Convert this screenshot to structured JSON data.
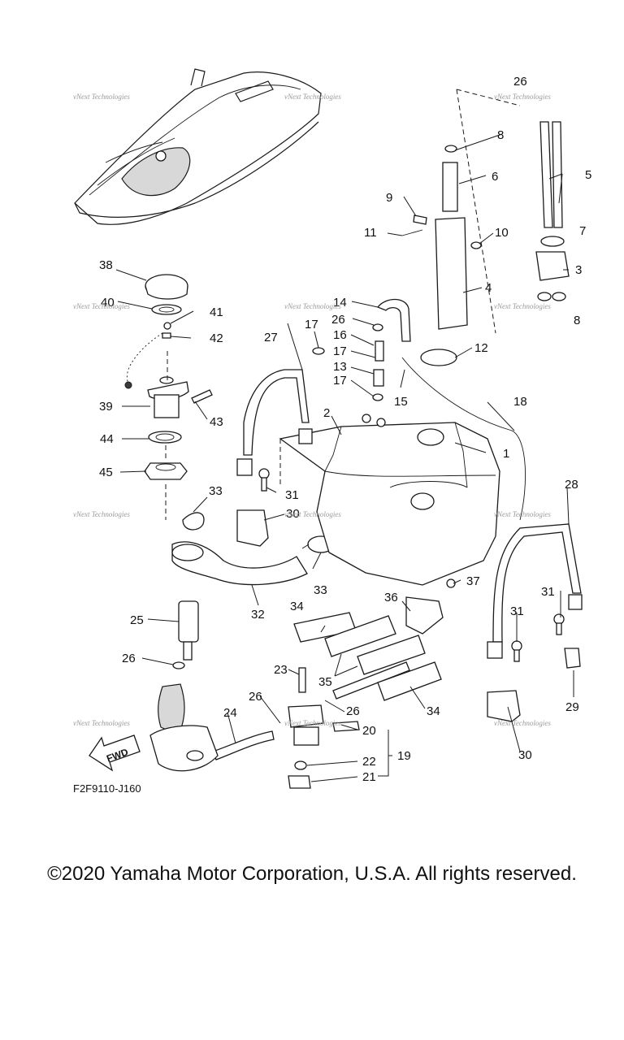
{
  "diagram": {
    "code": "F2F9110-J160",
    "fwd_label": "FWD",
    "watermark": "vNext Technologies",
    "callouts": [
      "1",
      "2",
      "3",
      "4",
      "5",
      "6",
      "7",
      "8",
      "8",
      "9",
      "10",
      "11",
      "12",
      "13",
      "14",
      "15",
      "16",
      "17",
      "17",
      "17",
      "18",
      "19",
      "20",
      "21",
      "22",
      "23",
      "24",
      "25",
      "26",
      "26",
      "26",
      "26",
      "26",
      "27",
      "28",
      "29",
      "30",
      "30",
      "31",
      "31",
      "31",
      "32",
      "33",
      "33",
      "34",
      "34",
      "35",
      "36",
      "37",
      "38",
      "39",
      "40",
      "41",
      "42",
      "43",
      "44",
      "45"
    ]
  },
  "footer": {
    "copyright": "©2020 Yamaha Motor Corporation, U.S.A. All rights reserved."
  }
}
